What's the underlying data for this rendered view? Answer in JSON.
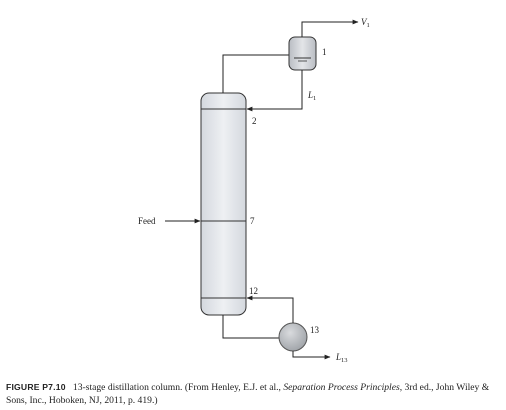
{
  "diagram": {
    "feed_label": "Feed",
    "condenser_stage": "1",
    "top_tray_stage": "2",
    "feed_stage": "7",
    "bottom_tray_stage": "12",
    "reboiler_stage": "13",
    "vapor_product": {
      "main": "V",
      "sub": "1"
    },
    "reflux": {
      "main": "L",
      "sub": "1"
    },
    "bottoms_product": {
      "main": "L",
      "sub": "13"
    }
  },
  "caption": {
    "figure_number": "FIGURE P7.10",
    "title": "13-stage distillation column.",
    "source_prefix": "(From Henley, E.J. et al., ",
    "source_book": "Separation Process Principles",
    "source_suffix": ", 3rd ed., John Wiley & Sons, Inc., Hoboken, NJ, 2011, p. 419.)"
  }
}
